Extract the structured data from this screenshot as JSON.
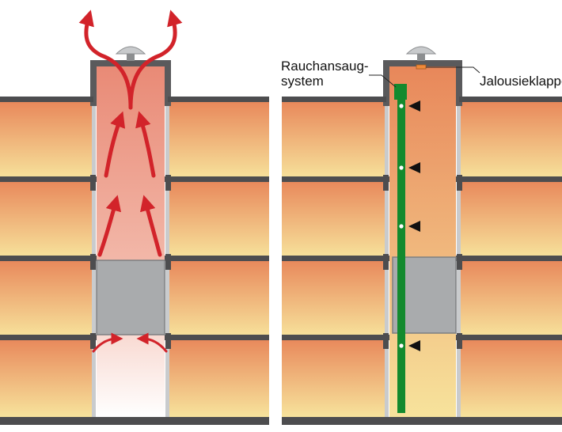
{
  "labels": {
    "suction_system_line1": "Rauchansaug-",
    "suction_system_line2": "system",
    "louvre_flap": "Jalousieklappe"
  },
  "colors": {
    "floor_top": "#e8875a",
    "floor_bottom": "#f7e39c",
    "slab": "#4d4d4f",
    "wall": "#5a5a5c",
    "cabin": "#a9abad",
    "arrow_red": "#d2232a",
    "pipe_green": "#138a2e",
    "flap_orange": "#f08a3a"
  },
  "icons": {
    "smoke_flow": "red-curved-arrow-icon",
    "suction_point": "black-triangle-arrow-icon",
    "roof_vent": "mushroom-vent-icon"
  }
}
